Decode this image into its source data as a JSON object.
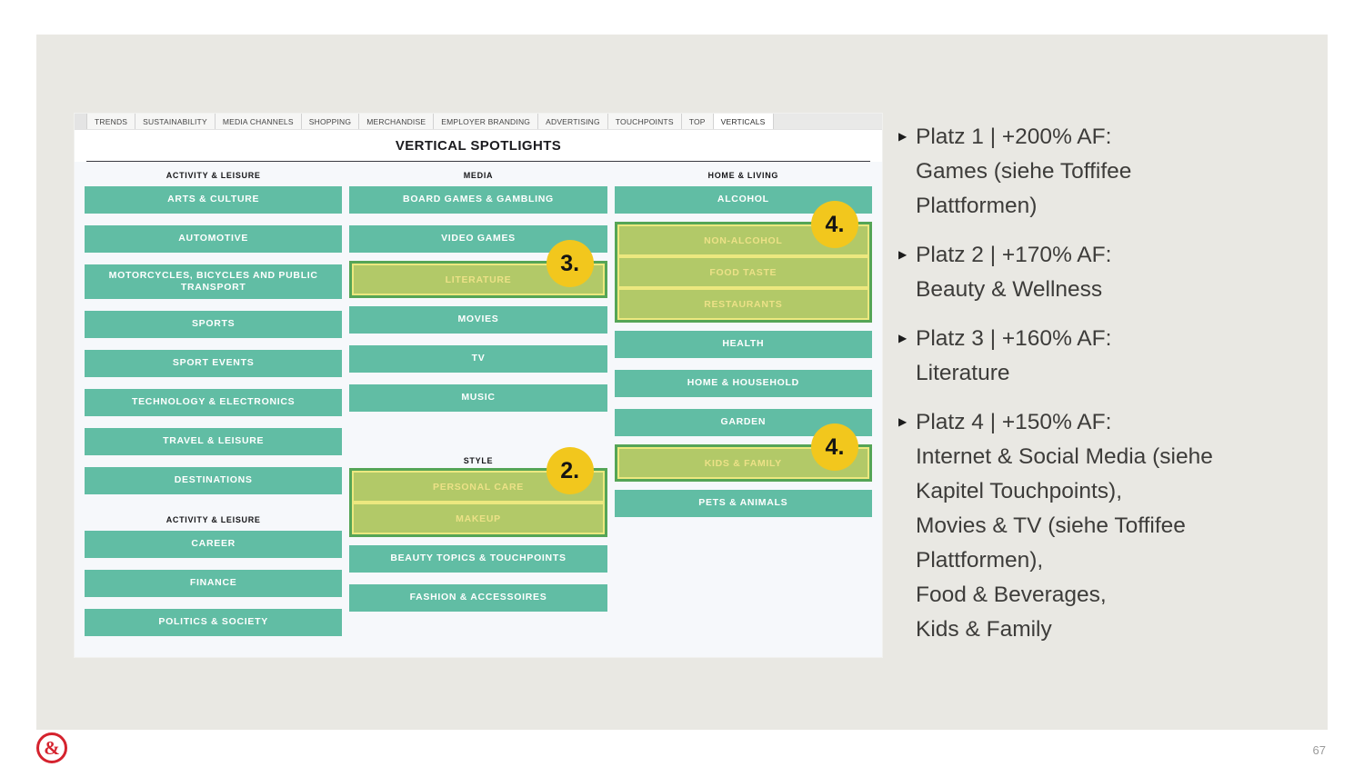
{
  "slide": {
    "page_number": "67",
    "logo_glyph": "&"
  },
  "report_ui": {
    "tabs": {
      "active": "VERTICALS",
      "items": [
        "TRENDS",
        "SUSTAINABILITY",
        "MEDIA CHANNELS",
        "SHOPPING",
        "MERCHANDISE",
        "EMPLOYER BRANDING",
        "ADVERTISING",
        "TOUCHPOINTS",
        "TOP",
        "VERTICALS"
      ]
    },
    "title": "VERTICAL SPOTLIGHTS",
    "columns": [
      {
        "name": "activity-leisure",
        "blocks": [
          {
            "type": "header",
            "label": "ACTIVITY & LEISURE"
          },
          {
            "type": "button",
            "label": "ARTS & CULTURE"
          },
          {
            "type": "button",
            "label": "AUTOMOTIVE"
          },
          {
            "type": "button",
            "label": "MOTORCYCLES, BICYCLES AND PUBLIC TRANSPORT",
            "two_line": true
          },
          {
            "type": "button",
            "label": "SPORTS"
          },
          {
            "type": "button",
            "label": "SPORT EVENTS"
          },
          {
            "type": "button",
            "label": "TECHNOLOGY & ELECTRONICS"
          },
          {
            "type": "button",
            "label": "TRAVEL & LEISURE"
          },
          {
            "type": "button",
            "label": "DESTINATIONS"
          },
          {
            "type": "header",
            "label": "ACTIVITY & LEISURE"
          },
          {
            "type": "button",
            "label": "CAREER"
          },
          {
            "type": "button",
            "label": "FINANCE"
          },
          {
            "type": "button",
            "label": "POLITICS & SOCIETY"
          }
        ]
      },
      {
        "name": "media-style",
        "blocks": [
          {
            "type": "header",
            "label": "MEDIA"
          },
          {
            "type": "button",
            "label": "BOARD GAMES & GAMBLING"
          },
          {
            "type": "button",
            "label": "VIDEO GAMES"
          },
          {
            "type": "group",
            "badge": "3.",
            "items": [
              "LITERATURE"
            ]
          },
          {
            "type": "button",
            "label": "MOVIES"
          },
          {
            "type": "button",
            "label": "TV"
          },
          {
            "type": "button",
            "label": "MUSIC"
          },
          {
            "type": "header",
            "label": "STYLE",
            "extra_gap": true
          },
          {
            "type": "group",
            "badge": "2.",
            "items": [
              "PERSONAL CARE",
              "MAKEUP"
            ]
          },
          {
            "type": "button",
            "label": "BEAUTY TOPICS & TOUCHPOINTS"
          },
          {
            "type": "button",
            "label": "FASHION & ACCESSOIRES"
          }
        ]
      },
      {
        "name": "home-living",
        "blocks": [
          {
            "type": "header",
            "label": "HOME & LIVING"
          },
          {
            "type": "button",
            "label": "ALCOHOL"
          },
          {
            "type": "group",
            "badge": "4.",
            "items": [
              "NON-ALCOHOL",
              "FOOD TASTE",
              "RESTAURANTS"
            ]
          },
          {
            "type": "button",
            "label": "HEALTH"
          },
          {
            "type": "button",
            "label": "HOME & HOUSEHOLD"
          },
          {
            "type": "button",
            "label": "GARDEN"
          },
          {
            "type": "group",
            "badge": "4.",
            "items": [
              "KIDS & FAMILY"
            ]
          },
          {
            "type": "button",
            "label": "PETS & ANIMALS"
          }
        ]
      }
    ]
  },
  "notes": {
    "items": [
      {
        "lines": [
          "Platz 1 | +200% AF:",
          "Games (siehe Toffifee",
          "Plattformen)"
        ]
      },
      {
        "lines": [
          "Platz 2 | +170% AF:",
          "Beauty & Wellness"
        ]
      },
      {
        "lines": [
          "Platz 3 | +160% AF:",
          "Literature"
        ]
      },
      {
        "lines": [
          "Platz 4 | +150% AF:",
          "Internet & Social Media (siehe",
          "Kapitel Touchpoints),",
          "Movies & TV (siehe Toffifee",
          "Plattformen),",
          "Food & Beverages,",
          "Kids & Family"
        ]
      }
    ],
    "bullet_glyph": "▶"
  },
  "colors": {
    "slide_panel_bg": "#e9e8e3",
    "vertical_button": "#61bda4",
    "highlight_fill": "#b2c968",
    "highlight_text": "#ece187",
    "highlight_border": "#ece87f",
    "group_border": "#55a556",
    "badge_bg": "#f2c71d",
    "logo_red": "#d5232e",
    "grid_bg": "#f6f8fb"
  }
}
